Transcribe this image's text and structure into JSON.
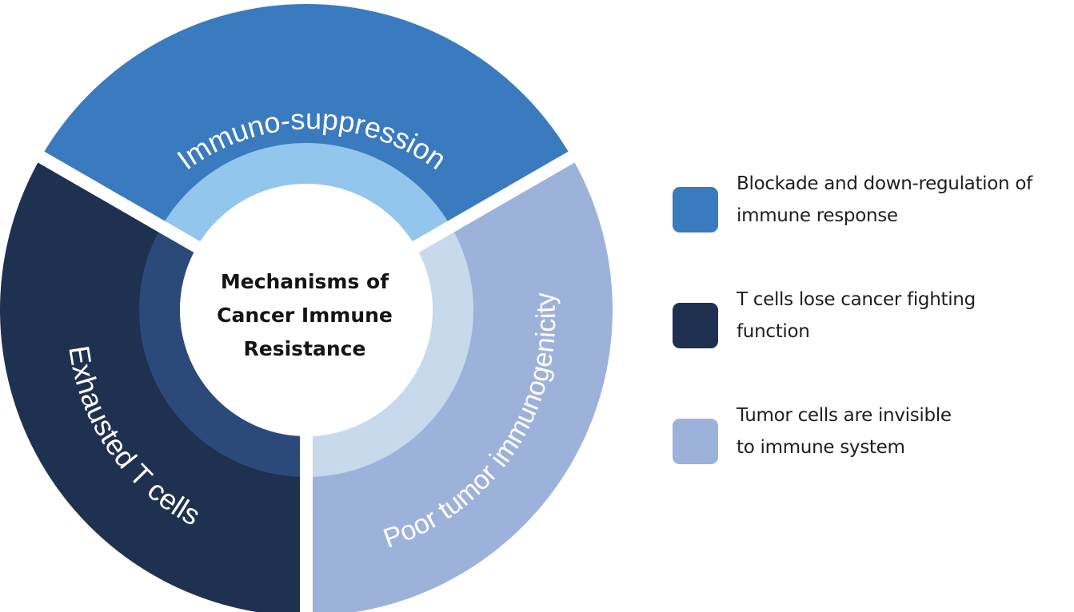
{
  "diagram": {
    "center_title_lines": [
      "Mechanisms of",
      "Cancer Immune",
      "Resistance"
    ],
    "segments": [
      {
        "label": "Immuno-suppression",
        "outer_color": "#3a7abf",
        "inner_color": "#93c6ec"
      },
      {
        "label": "Poor tumor immunogenicity",
        "outer_color": "#9db2da",
        "inner_color": "#c8d9ec"
      },
      {
        "label": "Exhausted T cells",
        "outer_color": "#1f3150",
        "inner_color": "#2b4a7a"
      }
    ]
  },
  "legend": {
    "items": [
      {
        "text": "Blockade and down-regulation of\nimmune response",
        "color": "#3a7abf"
      },
      {
        "text": "T cells lose cancer fighting\nfunction",
        "color": "#1f3150"
      },
      {
        "text": "Tumor cells are invisible\nto immune system",
        "color": "#9db2da"
      }
    ]
  }
}
